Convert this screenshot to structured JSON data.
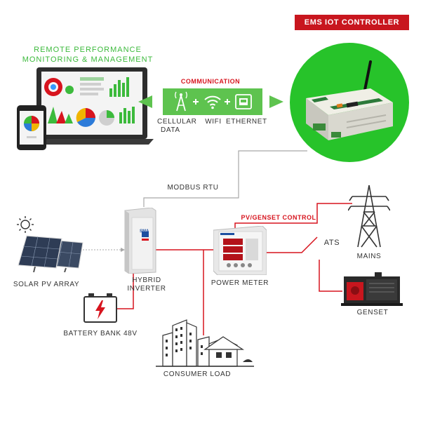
{
  "colors": {
    "accent_green": "#3cba3c",
    "comm_green": "#5ec34f",
    "controller_circle": "#27c32a",
    "banner_red": "#c8161e",
    "wire_red": "#d7141e",
    "wire_grey": "#a8a8a8"
  },
  "header": {
    "monitoring_line1": "REMOTE PERFORMANCE",
    "monitoring_line2": "MONITORING & MANAGEMENT",
    "ems_controller": "EMS IOT CONTROLLER"
  },
  "communication": {
    "title": "COMMUNICATION",
    "items": [
      {
        "icon": "cellular-tower-icon",
        "label_line1": "CELLULAR",
        "label_line2": "DATA"
      },
      {
        "icon": "wifi-icon",
        "label_line1": "WIFI",
        "label_line2": ""
      },
      {
        "icon": "ethernet-icon",
        "label_line1": "ETHERNET",
        "label_line2": ""
      }
    ]
  },
  "links": {
    "modbus": "MODBUS RTU",
    "pv_genset_control": "PV/GENSET CONTROL",
    "ats": "ATS"
  },
  "components": {
    "solar": "SOLAR PV ARRAY",
    "inverter_line1": "HYBRID",
    "inverter_line2": "INVERTER",
    "power_meter": "POWER METER",
    "mains": "MAINS",
    "genset": "GENSET",
    "battery": "BATTERY BANK 48V",
    "consumer": "CONSUMER LOAD"
  },
  "device_text": {
    "inverter_brand": "SMA"
  }
}
